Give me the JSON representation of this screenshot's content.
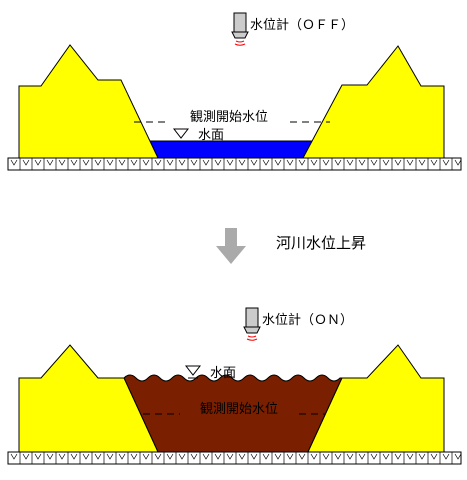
{
  "colors": {
    "embankment": "#ffff00",
    "water_normal": "#0000ff",
    "water_flood": "#7a2000",
    "outline": "#000000",
    "sensor_body": "#cccccc",
    "signal": "#ff0000",
    "arrow": "#aaaaaa",
    "ground": "#ffffff"
  },
  "before": {
    "sensor_label": "水位計（ＯＦＦ）",
    "threshold_label": "観測開始水位",
    "water_label": "水面"
  },
  "transition": {
    "label": "河川水位上昇",
    "icon": "down-arrow-icon"
  },
  "after": {
    "sensor_label": "水位計（ＯＮ）",
    "threshold_label": "観測開始水位",
    "water_label": "水面"
  }
}
